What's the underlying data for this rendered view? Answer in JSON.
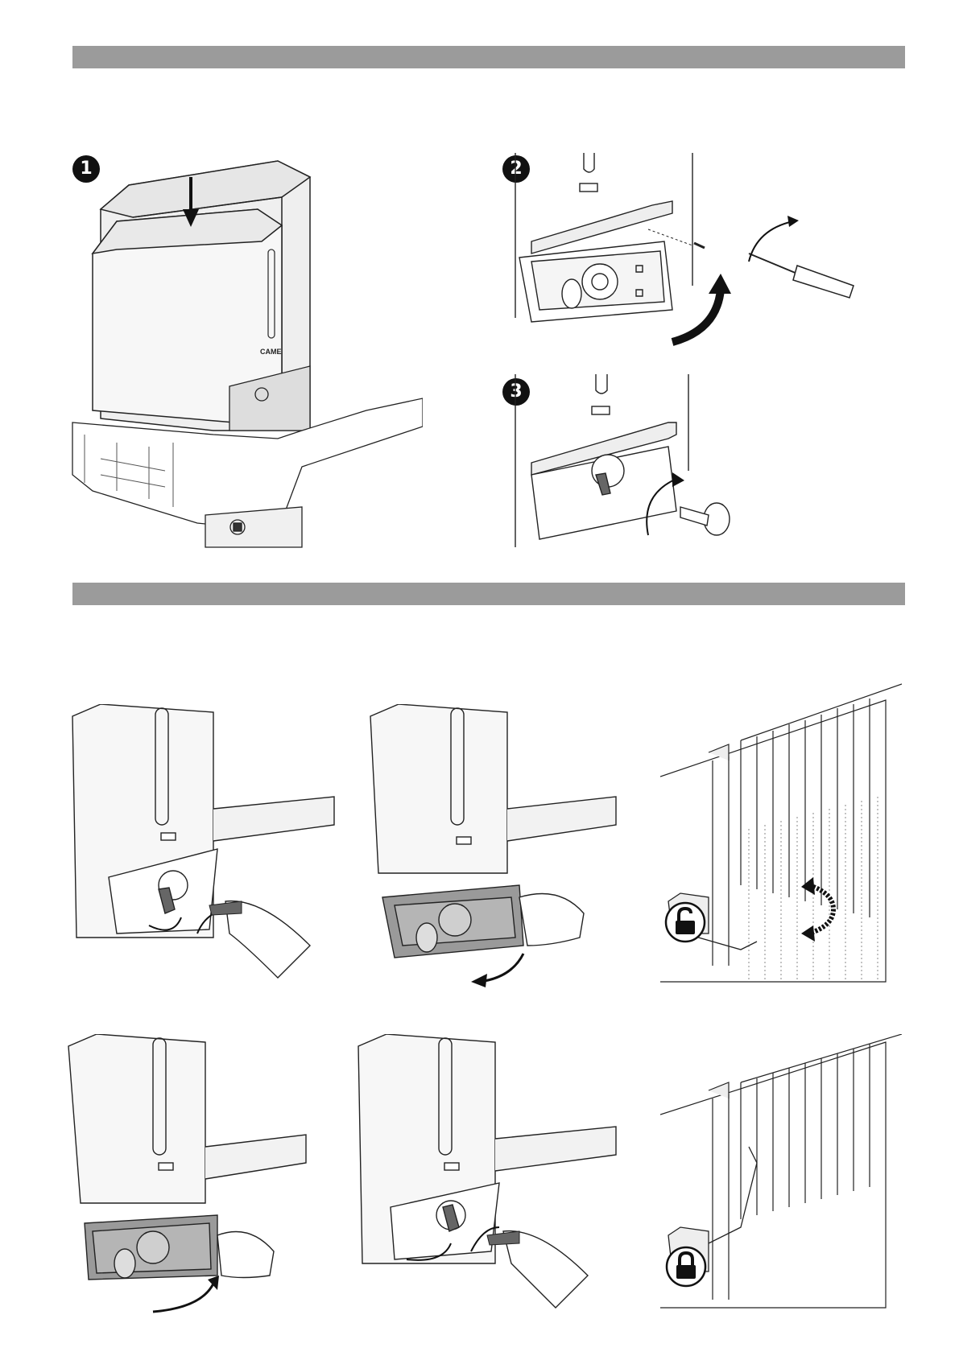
{
  "sections": [
    {
      "steps": [
        {
          "number": "1"
        },
        {
          "number": "2"
        },
        {
          "number": "3"
        }
      ]
    },
    {
      "rows": [
        {
          "panels": [
            "insert-key-and-turn",
            "open-release-lid",
            "unlocked-gate"
          ]
        },
        {
          "panels": [
            "close-release-lid",
            "turn-key-back",
            "locked-gate"
          ]
        }
      ]
    }
  ],
  "brand_label": "CAME",
  "icons": {
    "unlocked": "padlock-open-icon",
    "locked": "padlock-closed-icon"
  }
}
